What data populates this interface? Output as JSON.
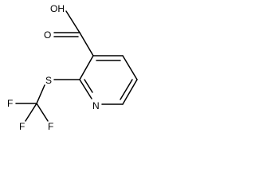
{
  "diagram": {
    "type": "chemical-structure",
    "atoms": {
      "hydroxyl": "OH",
      "carbonyl_oxygen": "O",
      "sulfur": "S",
      "nitrogen": "N",
      "fluorine_left": "F",
      "fluorine_bottom_left": "F",
      "fluorine_bottom_right": "F"
    },
    "colors": {
      "ink": "#000000",
      "background": "#ffffff"
    }
  }
}
